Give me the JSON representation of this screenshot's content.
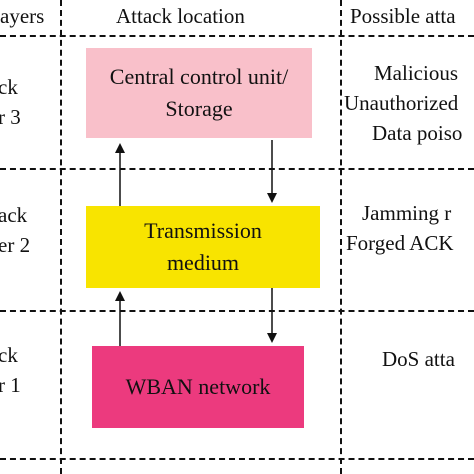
{
  "headers": {
    "layers": "ayers",
    "location": "Attack location",
    "possible": "Possible atta"
  },
  "rows": [
    {
      "layer_lines": [
        "ck",
        "r 3"
      ],
      "box_lines": [
        "Central control unit/",
        "Storage"
      ],
      "box_color": "#f9c0ca",
      "attacks": [
        "Malicious",
        "Unauthorized",
        "Data poiso"
      ]
    },
    {
      "layer_lines": [
        "ack",
        "er 2"
      ],
      "box_lines": [
        "Transmission",
        "medium"
      ],
      "box_color": "#f8e400",
      "attacks": [
        "Jamming r",
        "Forged ACK"
      ]
    },
    {
      "layer_lines": [
        "ck",
        "r 1"
      ],
      "box_lines": [
        "WBAN network"
      ],
      "box_color": "#ec3a7e",
      "attacks": [
        "DoS atta"
      ]
    }
  ]
}
